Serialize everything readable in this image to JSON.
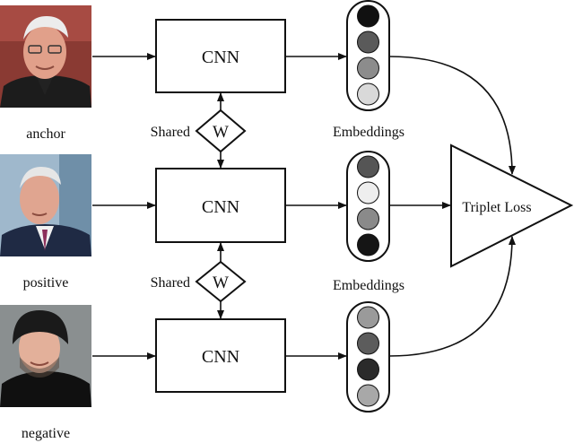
{
  "diagram": {
    "labels": {
      "anchor": "anchor",
      "positive": "positive",
      "negative": "negative",
      "cnn": "CNN",
      "shared": "Shared",
      "weight": "W",
      "embeddings": "Embeddings",
      "loss": "Triplet Loss"
    },
    "embedding_colors": {
      "anchor": [
        "#111111",
        "#5a5a5a",
        "#8c8c8c",
        "#d9d9d9"
      ],
      "positive": [
        "#555555",
        "#eeeeee",
        "#8a8a8a",
        "#151515"
      ],
      "negative": [
        "#9a9a9a",
        "#5c5c5c",
        "#2a2a2a",
        "#a8a8a8"
      ]
    }
  }
}
